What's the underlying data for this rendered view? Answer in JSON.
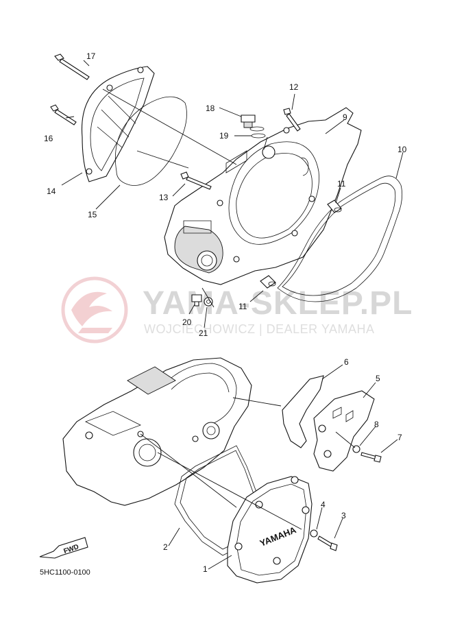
{
  "diagram": {
    "code": "5HC1100-0100",
    "fwd_label": "FWD",
    "brand_on_cover": "YAMAHA",
    "watermark": {
      "main": "YAMA-SKLEP.PL",
      "sub": "WOJCIECHOWICZ | DEALER YAMAHA"
    },
    "callouts": {
      "c1": "1",
      "c2": "2",
      "c3": "3",
      "c4": "4",
      "c5": "5",
      "c6": "6",
      "c7": "7",
      "c8": "8",
      "c9": "9",
      "c10": "10",
      "c11a": "11",
      "c11b": "11",
      "c12": "12",
      "c13": "13",
      "c14": "14",
      "c15": "15",
      "c16": "16",
      "c17": "17",
      "c18": "18",
      "c19": "19",
      "c20": "20",
      "c21": "21"
    }
  },
  "colors": {
    "line": "#111111",
    "watermark_logo": "#e9a9ad",
    "watermark_text": "#d7d7d7"
  }
}
